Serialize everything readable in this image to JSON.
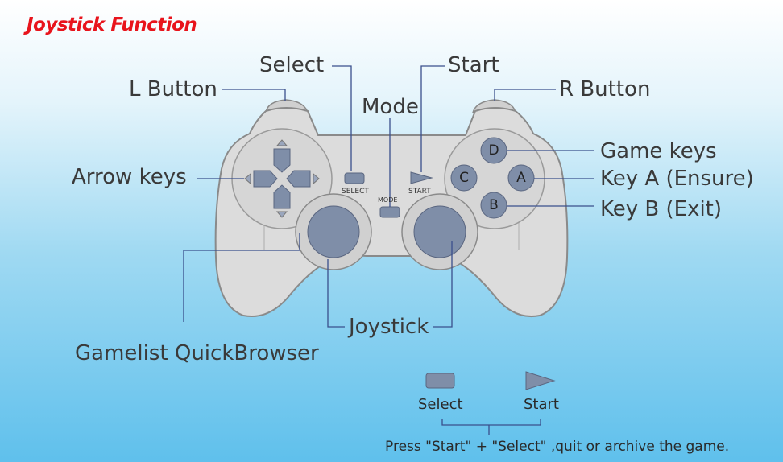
{
  "title": "Joystick Function",
  "labels": {
    "select": "Select",
    "start": "Start",
    "l_button": "L Button",
    "r_button": "R Button",
    "mode": "Mode",
    "game_keys": "Game keys",
    "arrow_keys": "Arrow keys",
    "key_a": "Key A (Ensure)",
    "key_b": "Key B (Exit)",
    "joystick": "Joystick",
    "gamelist": "Gamelist QuickBrowser"
  },
  "controller": {
    "select_text": "SELECT",
    "start_text": "START",
    "mode_text": "MODE",
    "btn_d": "D",
    "btn_c": "C",
    "btn_a": "A",
    "btn_b": "B"
  },
  "legend": {
    "select": "Select",
    "start": "Start",
    "note": "Press \"Start\" + \"Select\" ,quit or archive the game."
  },
  "colors": {
    "title": "#e8141c",
    "body": "#dcdcdc",
    "outline": "#8a8a8a",
    "button_fill": "#7f8ea8",
    "leader_line": "#3a4f8c"
  }
}
